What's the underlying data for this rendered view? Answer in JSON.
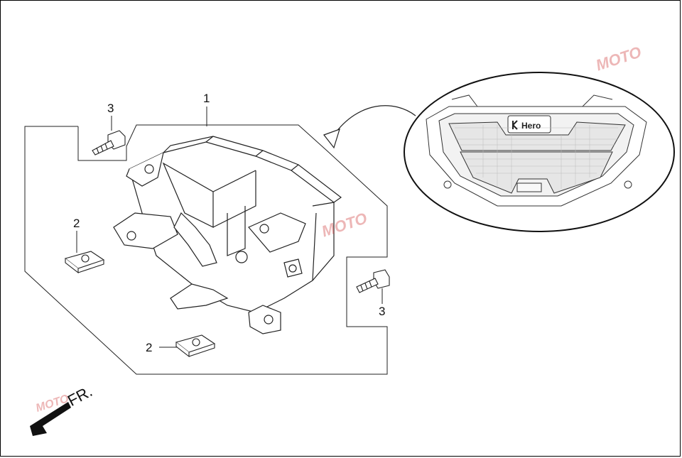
{
  "callouts": {
    "part_1": "1",
    "part_2_a": "2",
    "part_2_b": "2",
    "part_3_a": "3",
    "part_3_b": "3"
  },
  "direction_label": "FR.",
  "detail_brand": "Hero",
  "watermark": "MOTO",
  "colors": {
    "line": "#222222",
    "watermark": "#cc3333"
  }
}
